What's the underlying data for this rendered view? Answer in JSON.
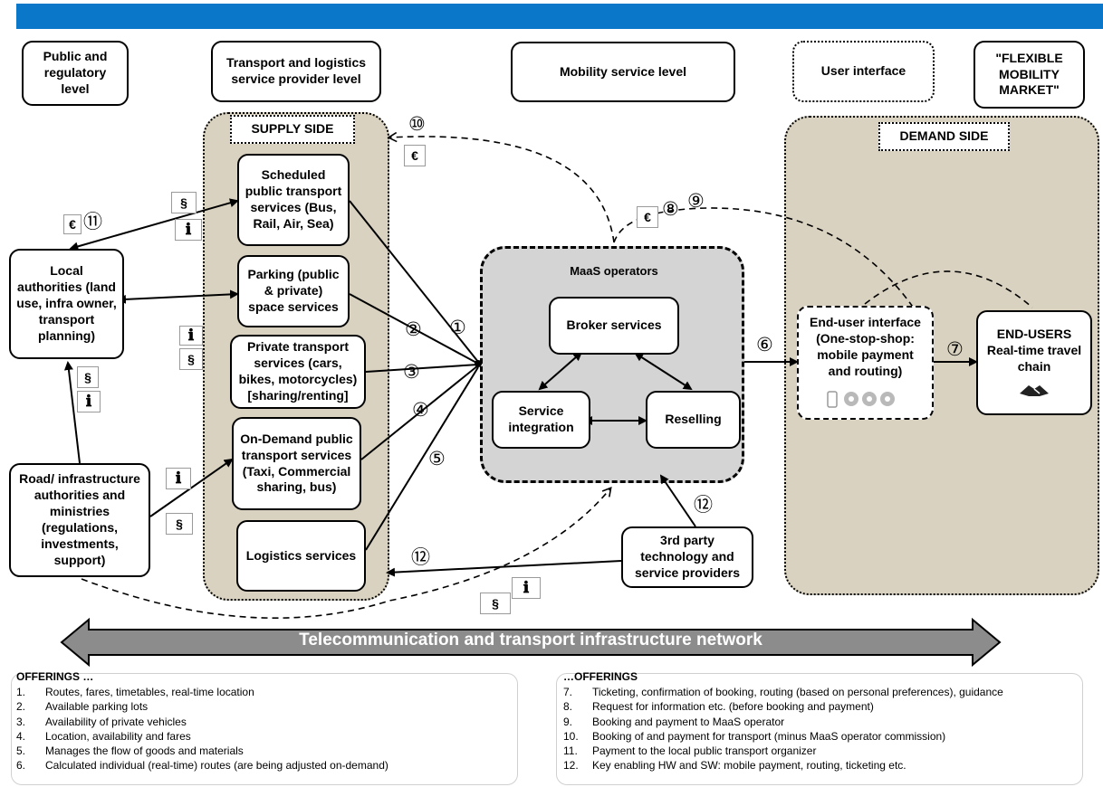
{
  "headers": {
    "public": "Public and regulatory level",
    "transport": "Transport and logistics service provider level",
    "mobility": "Mobility service level",
    "user_interface": "User interface",
    "market": "\"FLEXIBLE MOBILITY MARKET\""
  },
  "supply_label": "SUPPLY SIDE",
  "demand_label": "DEMAND SIDE",
  "supply": {
    "scheduled": "Scheduled public transport services (Bus, Rail, Air, Sea)",
    "parking": "Parking (public & private) space services",
    "private": "Private transport services (cars, bikes, motorcycles) [sharing/renting]",
    "ondemand": "On-Demand public transport services (Taxi, Commercial sharing, bus)",
    "logistics": "Logistics services"
  },
  "left": {
    "local": "Local authorities (land use,  infra owner, transport planning)",
    "road": "Road/ infrastructure authorities and ministries (regulations, investments, support)"
  },
  "maas": {
    "title": "MaaS operators",
    "broker": "Broker services",
    "integration": "Service integration",
    "reselling": "Reselling"
  },
  "enduser_interface": "End-user interface (One-stop-shop: mobile payment and routing)",
  "endusers": "END-USERS Real-time travel chain",
  "third_party": "3rd party technology and service providers",
  "markers": {
    "n1": "①",
    "n2": "②",
    "n3": "③",
    "n4": "④",
    "n5": "⑤",
    "n6": "⑥",
    "n7": "⑦",
    "n8": "⑧",
    "n9": "⑨",
    "n10": "⑩",
    "n11": "⑪",
    "n12": "⑫",
    "euro": "€",
    "section": "§",
    "info": "ℹ"
  },
  "bottom_arrow": "Telecommunication and transport infrastructure network",
  "offerings_left": {
    "title": "OFFERINGS …",
    "items": [
      {
        "n": "1.",
        "text": "Routes, fares, timetables, real-time location"
      },
      {
        "n": "2.",
        "text": "Available parking lots"
      },
      {
        "n": "3.",
        "text": "Availability of private vehicles"
      },
      {
        "n": "4.",
        "text": "Location, availability and fares"
      },
      {
        "n": "5.",
        "text": "Manages the flow of goods and materials"
      },
      {
        "n": "6.",
        "text": "Calculated individual (real-time) routes (are being adjusted on-demand)"
      }
    ]
  },
  "offerings_right": {
    "title": "…OFFERINGS",
    "items": [
      {
        "n": "7.",
        "text": "Ticketing, confirmation of booking, routing (based on personal preferences), guidance"
      },
      {
        "n": "8.",
        "text": "Request for information etc. (before booking and payment)"
      },
      {
        "n": "9.",
        "text": "Booking and payment to MaaS operator"
      },
      {
        "n": "10.",
        "text": "Booking of and payment for transport (minus MaaS operator commission)"
      },
      {
        "n": "11.",
        "text": "Payment to the local public transport organizer"
      },
      {
        "n": "12.",
        "text": "Key enabling HW and SW: mobile payment, routing, ticketing etc."
      }
    ]
  },
  "colors": {
    "top_bar": "#0a77c8",
    "panel": "#d9d2c0",
    "maas_panel": "#d4d4d4",
    "big_arrow": "#8c8c8c"
  }
}
